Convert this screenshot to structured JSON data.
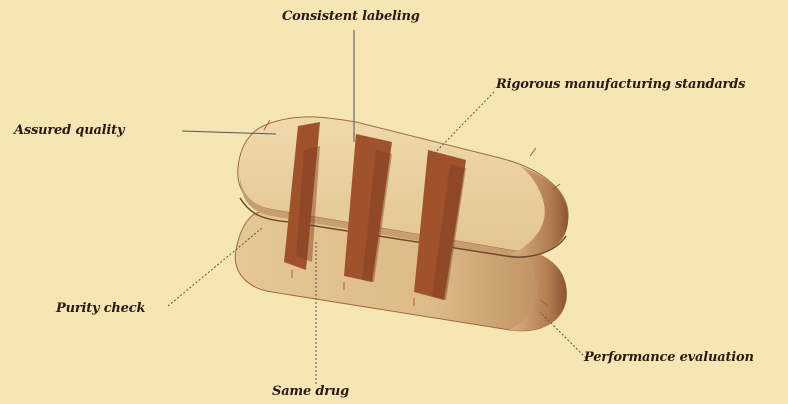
{
  "labels": {
    "consistent_labeling": "Consistent labeling",
    "rigorous_standards": "Rigorous manufacturing standards",
    "assured_quality": "Assured quality",
    "purity_check": "Purity check",
    "same_drug": "Same drug",
    "performance_evaluation": "Performance evaluation"
  },
  "colors": {
    "background": "#f5e6b4",
    "pill_light": "#e9cf9e",
    "pill_mid": "#d9b585",
    "pill_shadow": "#b88a5c",
    "band": "#a0522d",
    "band_dark": "#7d3c1e",
    "leader": "#555555"
  }
}
